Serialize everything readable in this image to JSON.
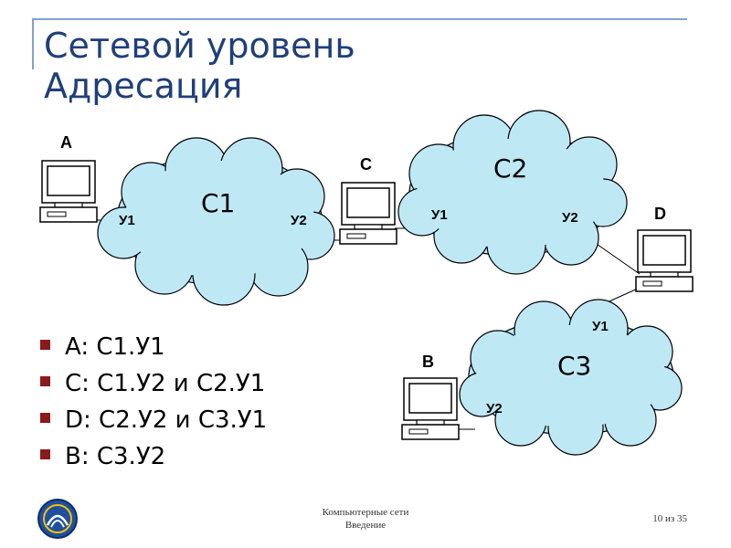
{
  "slide": {
    "title_line1": "Сетевой уровень",
    "title_line2": "Адресация"
  },
  "diagram": {
    "hosts": {
      "a": "A",
      "c": "C",
      "d": "D",
      "b": "B"
    },
    "clouds": {
      "c1": "C1",
      "c2": "C2",
      "c3": "C3"
    },
    "ports": {
      "c1_u1": "У1",
      "c1_u2": "У2",
      "c2_u1": "У1",
      "c2_u2": "У2",
      "c3_u1": "У1",
      "c3_u2": "У2"
    }
  },
  "bullets": [
    "A: C1.У1",
    "C: C1.У2 и C2.У1",
    "D: C2.У2 и C3.У1",
    "B: C3.У2"
  ],
  "footer": {
    "line1": "Компьютерные сети",
    "line2": "Введение",
    "page": "10 из 35"
  },
  "colors": {
    "cloud_fill": "#bfe8f5",
    "title": "#1f3f7a",
    "bullet": "#8b1a1a",
    "accent_line": "#7fa3d0"
  }
}
